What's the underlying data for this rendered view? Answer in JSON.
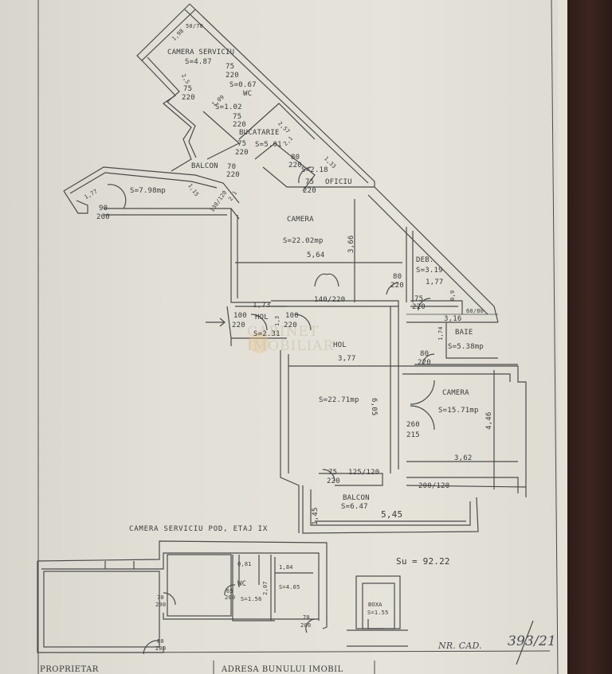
{
  "document": {
    "type": "floor-plan",
    "background_colors": {
      "paper": "#e2dfd6",
      "ink": "#3a3a3a",
      "table_surface": "#3a2520"
    },
    "watermark": {
      "line1": "CABINET",
      "line2": "IMOBILIAR"
    }
  },
  "main_plan": {
    "rooms": [
      {
        "name": "CAMERA SERVICIU",
        "area": "S=4.87",
        "dims": [
          "1,98",
          "2,5"
        ],
        "doors": [
          "50/70",
          "75/220",
          "75/220"
        ]
      },
      {
        "name": "WC",
        "area": "S=0.67",
        "label": "WC"
      },
      {
        "name": "",
        "area": "S=1.02",
        "dims": [
          "1,09"
        ],
        "doors": [
          "75/220"
        ]
      },
      {
        "name": "BUCATARIE",
        "area": "S=5.01",
        "dims": [
          "2,57",
          "2,1"
        ],
        "doors": [
          "75/220"
        ]
      },
      {
        "name": "BALCON",
        "area": "S=7.98mp",
        "dims": [
          "1,77",
          "1,15"
        ],
        "doors": [
          "70/220",
          "90/260",
          "130/120"
        ],
        "extra_dim": "2,1"
      },
      {
        "name": "OFICIU",
        "area": "S=2.18",
        "dims": [
          "1,33"
        ],
        "doors": [
          "80/220",
          "75/220"
        ]
      },
      {
        "name": "CAMERA",
        "area": "S=22.02mp",
        "dims": [
          "5,64",
          "3,66"
        ],
        "doors": [
          "140/220"
        ]
      },
      {
        "name": "DEB.",
        "area": "S=3.19",
        "dims": [
          "1,77",
          "0,9"
        ],
        "doors": [
          "80/220",
          "75/220",
          "60/80"
        ]
      },
      {
        "name": "HOL",
        "area": "S=2.31",
        "dims": [
          "1,73",
          "1,3"
        ],
        "doors": [
          "100/220",
          "100/220"
        ]
      },
      {
        "name": "BAIE",
        "area": "S=5.38mp",
        "dims": [
          "3,16",
          "1,74"
        ],
        "doors": [
          "80/220"
        ]
      },
      {
        "name": "HOL",
        "area": "S=22.71mp",
        "dims": [
          "3,77",
          "6,05"
        ],
        "doors": [
          "75/220",
          "125/120"
        ]
      },
      {
        "name": "CAMERA",
        "area": "S=15.71mp",
        "dims": [
          "3,62",
          "4,46"
        ],
        "doors": [
          "260/215",
          "200/120"
        ]
      },
      {
        "name": "BALCON",
        "area": "S=6.47",
        "dims": [
          "5,45",
          "1,45"
        ]
      }
    ]
  },
  "labels": {
    "camera_serviciu": "CAMERA SERVICIU",
    "cs_area": "S=4.87",
    "cs_dim": "1,98",
    "cs_door_top": "50/70",
    "cs_side": "2,5",
    "d75": "75",
    "d220": "220",
    "wc_area": "S=0.67",
    "wc": "WC",
    "d109": "1,09",
    "s102": "S=1.02",
    "bucatarie": "BUCATARIE",
    "buc_area": "S=5.01",
    "buc_dim": "2,57",
    "buc_dim2": "2,1",
    "balcon1": "BALCON",
    "d70": "70",
    "balcon1_area": "S=7.98mp",
    "b1_dim": "1,77",
    "b1_dim2": "1,15",
    "d90": "90",
    "d260": "260",
    "d130": "130/120",
    "d21": "2,1",
    "d80": "80",
    "oficiu_area": "S=2.18",
    "oficiu": "OFICIU",
    "of_dim": "1,33",
    "camera1": "CAMERA",
    "camera1_area": "S=22.02mp",
    "cam1_w": "5,64",
    "cam1_h": "3,66",
    "d140": "140/220",
    "deb": "DEB.",
    "deb_area": "S=3.19",
    "deb_dim": "1,77",
    "deb_dim2": "0,9",
    "d6080": "60/80",
    "hol_small_dim": "1,73",
    "d100": "100",
    "hol_small": "HOL",
    "hol_small_h": "1,3",
    "hol_small_area": "S=2.31",
    "baie_dim": "3,16",
    "baie": "BAIE",
    "baie_h": "1,74",
    "baie_area": "S=5.38mp",
    "hol_big": "HOL",
    "hol_big_w": "3,77",
    "hol_big_area": "S=22.71mp",
    "hol_big_h": "6,05",
    "camera2": "CAMERA",
    "camera2_area": "S=15.71mp",
    "d2602": "260",
    "d215": "215",
    "cam2_h": "4,46",
    "cam2_w": "3,62",
    "d125": "125/120",
    "d200": "200/120",
    "balcon2": "BALCON",
    "balcon2_area": "S=6.47",
    "b2_w": "5,45",
    "b2_h": "1,45"
  },
  "attic": {
    "title": "CAMERA SERVICIU POD, ETAJ IX",
    "d081": "0,81",
    "d184": "1,84",
    "wc": "WC",
    "d207": "2,07",
    "s405": "S=4.05",
    "d65": "65",
    "d200": "200",
    "s156": "S=1.56",
    "d70": "70",
    "d80": "80"
  },
  "summary": {
    "su_label": "Su",
    "su_value": "= 92.22",
    "boxa_label": "BOXA",
    "boxa_area": "S=1.55",
    "cad_label": "NR. CAD.",
    "cad_value": "393/21"
  },
  "footer": {
    "owner_label": "PROPRIETAR",
    "address_label": "ADRESA BUNULUI IMOBIL"
  }
}
